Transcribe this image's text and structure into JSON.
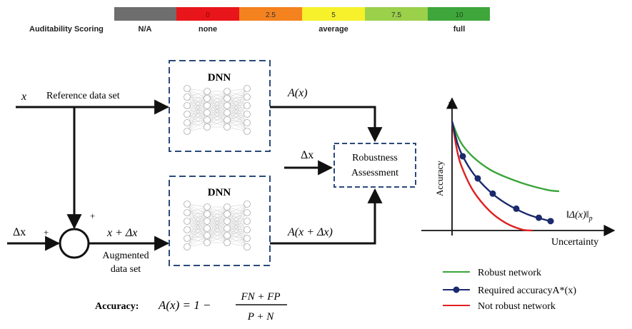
{
  "scale": {
    "label": "Auditability Scoring",
    "segments": [
      {
        "text": "",
        "color": "#6e6e6e"
      },
      {
        "text": "0",
        "color": "#e8161b"
      },
      {
        "text": "2.5",
        "color": "#f4821f"
      },
      {
        "text": "5",
        "color": "#f6f12a"
      },
      {
        "text": "7.5",
        "color": "#9bd04a"
      },
      {
        "text": "10",
        "color": "#3fa63c"
      }
    ],
    "bottom_labels": [
      "N/A",
      "none",
      "average",
      "full"
    ]
  },
  "diagram": {
    "x_label": "x",
    "reference_label": "Reference data set",
    "dnn_label": "DNN",
    "ax_label": "A(x)",
    "delta_x_label": "Δx",
    "delta_x_input_label": "Δx",
    "plus": "+",
    "sum_output_label": "x + Δx",
    "augmented_line1": "Augmented",
    "augmented_line2": "data set",
    "ax_aug_label": "A(x + Δx)",
    "robustness_line1": "Robustness",
    "robustness_line2": "Assessment",
    "accuracy_title": "Accuracy:",
    "accuracy_lhs": "A(x) = 1 −",
    "accuracy_num": "FN + FP",
    "accuracy_den": "P + N"
  },
  "chart_data": {
    "type": "line",
    "ylabel": "Accuracy",
    "xlabel": "Uncertainty",
    "y_tick": "1",
    "norm_label": "‖Δ(x)‖",
    "norm_sub": "p",
    "series": [
      {
        "name": "Robust network",
        "color": "#3aa53a",
        "x": [
          0,
          0.05,
          0.1,
          0.2,
          0.35,
          0.5,
          0.7,
          0.9,
          1.0
        ],
        "y": [
          1.0,
          0.87,
          0.78,
          0.67,
          0.56,
          0.49,
          0.42,
          0.37,
          0.36
        ]
      },
      {
        "name": "Required accuracyA*(x)",
        "color": "#1a2a6c",
        "x": [
          0,
          0.05,
          0.1,
          0.2,
          0.35,
          0.5,
          0.7,
          0.9,
          0.95
        ],
        "y": [
          1.0,
          0.8,
          0.68,
          0.52,
          0.36,
          0.25,
          0.15,
          0.09,
          0.08
        ],
        "markers_x": [
          0.1,
          0.24,
          0.38,
          0.6,
          0.81,
          0.92
        ]
      },
      {
        "name": "Not robust network",
        "color": "#e02020",
        "x": [
          0,
          0.05,
          0.1,
          0.2,
          0.35,
          0.5,
          0.65,
          0.75
        ],
        "y": [
          1.0,
          0.72,
          0.56,
          0.36,
          0.18,
          0.07,
          0.01,
          0.0
        ]
      }
    ]
  }
}
